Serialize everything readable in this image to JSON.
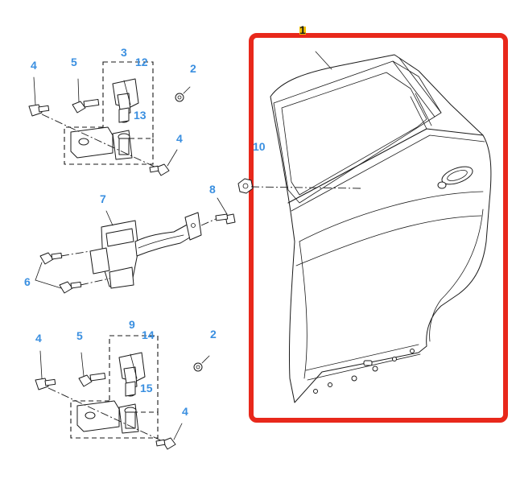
{
  "colors": {
    "callout": "#3a8fe0",
    "highlight": "#e8281b",
    "linework": "#1a1a1a",
    "tag": "#f2c200"
  },
  "callouts": {
    "c1": "1",
    "c2_top": "2",
    "c2_bottom": "2",
    "c3": "3",
    "c4_top_left": "4",
    "c4_top_right": "4",
    "c4_bottom_left": "4",
    "c4_bottom_right": "4",
    "c5_top": "5",
    "c5_bottom": "5",
    "c6": "6",
    "c7": "7",
    "c8": "8",
    "c9": "9",
    "c10": "10",
    "c12": "12",
    "c13": "13",
    "c14": "14",
    "c15": "15"
  }
}
